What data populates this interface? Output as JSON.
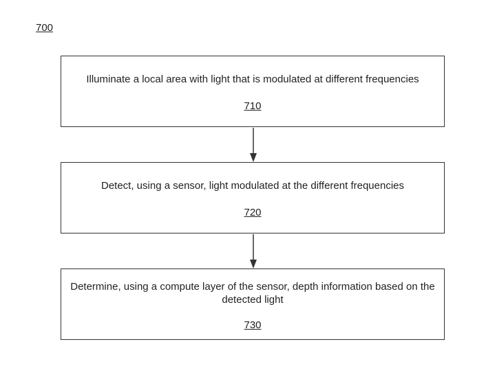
{
  "figure": {
    "label": "700"
  },
  "steps": [
    {
      "text": "Illuminate a local area with light that is modulated at different frequencies",
      "ref": "710"
    },
    {
      "text": "Detect, using a sensor, light modulated at the different frequencies",
      "ref": "720"
    },
    {
      "text": "Determine, using a compute layer of the sensor, depth information based on the detected light",
      "ref": "730"
    }
  ],
  "colors": {
    "line": "#333333",
    "text": "#222222"
  }
}
